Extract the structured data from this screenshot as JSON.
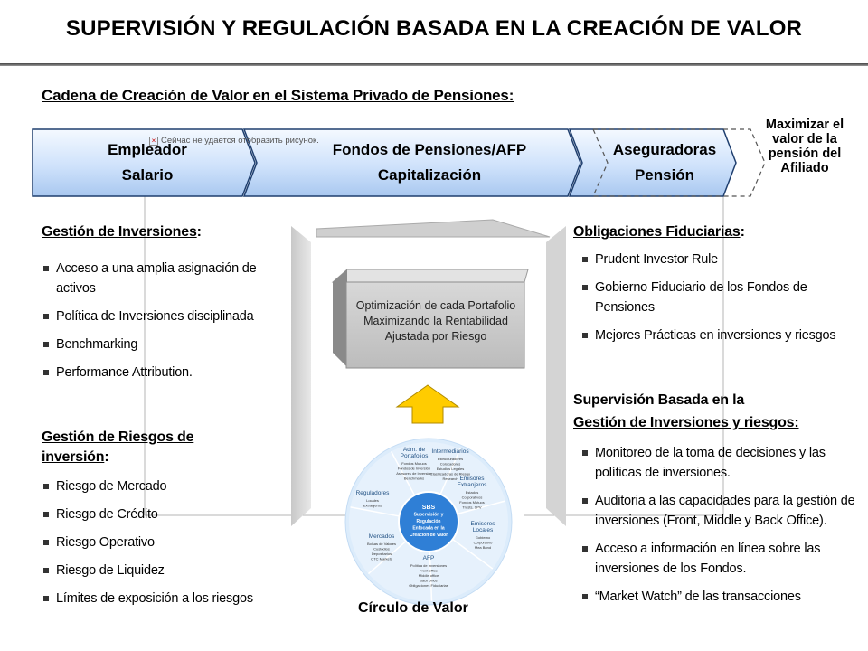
{
  "slide": {
    "title": "SUPERVISIÓN Y REGULACIÓN BASADA EN LA CREACIÓN DE VALOR",
    "subtitle": "Cadena de Creación de Valor en el Sistema Privado de Pensiones:",
    "broken_image_text": "Сейчас не удается отобразить рисунок.",
    "chain": [
      {
        "line1": "Empleador",
        "line2": "Salario"
      },
      {
        "line1": "Fondos de Pensiones/AFP",
        "line2": "Capitalización"
      },
      {
        "line1": "Aseguradoras",
        "line2": "Pensión"
      }
    ],
    "goal": "Maximizar el valor de la pensión del Afiliado",
    "left": {
      "inv_head": "Gestión de Inversiones",
      "inv_items": [
        "Acceso a una amplia asignación de activos",
        "Política de Inversiones disciplinada",
        "Benchmarking",
        "Performance Attribution."
      ],
      "risk_head_1": "Gestión de Riesgos de",
      "risk_head_2": "inversión",
      "risk_items": [
        "Riesgo de Mercado",
        "Riesgo de Crédito",
        "Riesgo Operativo",
        "Riesgo de Liquidez",
        "Límites de exposición a los riesgos"
      ]
    },
    "right": {
      "fid_head": "Obligaciones Fiduciarias",
      "fid_items": [
        "Prudent Investor Rule",
        "Gobierno Fiduciario de los Fondos de Pensiones",
        "Mejores Prácticas en inversiones y riesgos"
      ],
      "sup_head_1": "Supervisión Basada en la",
      "sup_head_2": "Gestión de Inversiones y riesgos:",
      "sup_items": [
        "Monitoreo de la toma de decisiones y las políticas de inversiones.",
        "Auditoria a las capacidades para la gestión de inversiones (Front, Middle y Back Office).",
        "Acceso a información en línea sobre las inversiones de los Fondos.",
        "“Market Watch” de las transacciones"
      ]
    },
    "center_box": "Optimización de cada Portafolio Maximizando la Rentabilidad Ajustada por Riesgo",
    "circle": {
      "label": "Círculo de Valor",
      "center": [
        "SBS",
        "Supervisión y",
        "Regulación",
        "Enfocada en la",
        "Creación de Valor"
      ],
      "segments": [
        {
          "title": [
            "Adm. de",
            "Portafolios"
          ],
          "items": [
            "Fondos Mutuos",
            "Fondos de Inversión",
            "Asesores de Inversión",
            "Benchmarks"
          ]
        },
        {
          "title": [
            "Intermediarios"
          ],
          "items": [
            "Estructuradores",
            "Colocadores",
            "Estudios Legales",
            "Clasificadoras de Riesgo",
            "Research"
          ]
        },
        {
          "title": [
            "Emisores",
            "Extranjeros"
          ],
          "items": [
            "Estados",
            "Corporativos",
            "Fondos Mutuos",
            "Trusts, SPV"
          ]
        },
        {
          "title": [
            "Emisores",
            "Locales"
          ],
          "items": [
            "Gobierno",
            "Corporativo",
            "Mea Bond"
          ]
        },
        {
          "title": [
            "AFP"
          ],
          "items": [
            "Política de Inversiones",
            "Front office",
            "Middle office",
            "Back office",
            "Obligaciones Fiduciarias"
          ]
        },
        {
          "title": [
            "Mercados"
          ],
          "items": [
            "Bolsas de Valores",
            "Custodios",
            "Depositarios",
            "OTC Markets"
          ]
        },
        {
          "title": [
            "Reguladores"
          ],
          "items": [
            "Locales",
            "Extranjeros"
          ]
        }
      ]
    }
  }
}
